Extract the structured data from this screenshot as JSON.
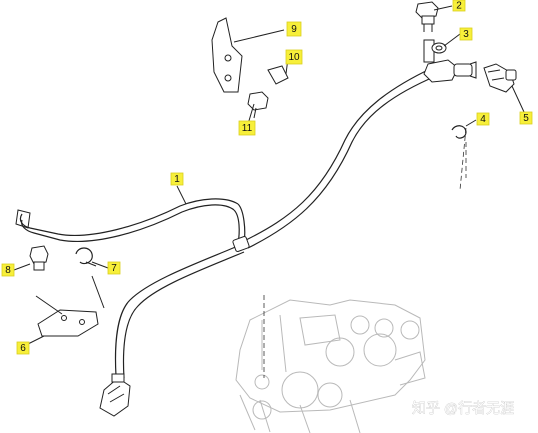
{
  "callouts": [
    {
      "id": "1",
      "label": "1"
    },
    {
      "id": "2",
      "label": "2"
    },
    {
      "id": "3",
      "label": "3"
    },
    {
      "id": "4",
      "label": "4"
    },
    {
      "id": "5",
      "label": "5"
    },
    {
      "id": "6",
      "label": "6"
    },
    {
      "id": "7",
      "label": "7"
    },
    {
      "id": "8",
      "label": "8"
    },
    {
      "id": "9",
      "label": "9"
    },
    {
      "id": "10",
      "label": "10"
    },
    {
      "id": "11",
      "label": "11"
    }
  ],
  "watermark": "知乎 @行者无涯",
  "colors": {
    "callout_fill": "#f7ef3a",
    "line": "#222222",
    "ghost": "#b9b9b9"
  }
}
